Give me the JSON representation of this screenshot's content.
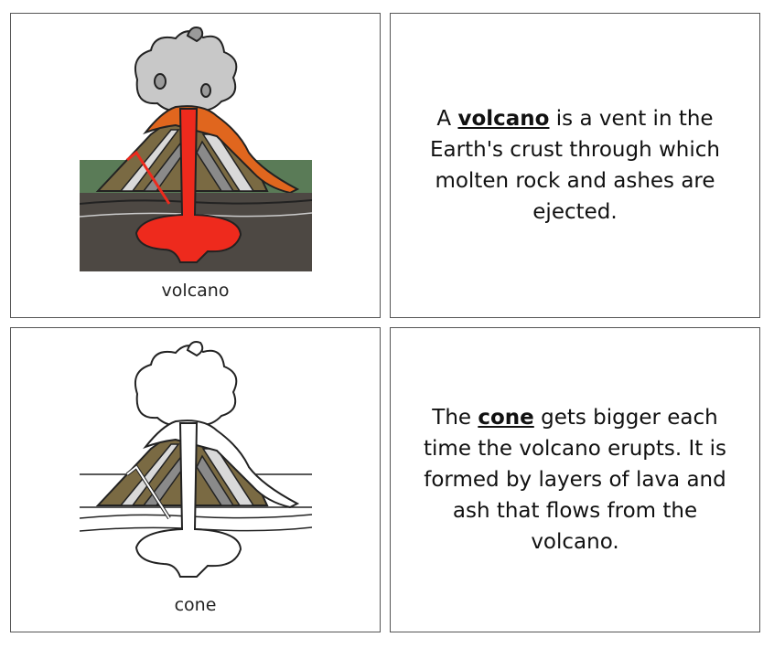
{
  "cards": [
    {
      "caption": "volcano",
      "definition": {
        "pre": "A ",
        "term": "volcano",
        "post": " is a vent in the Earth's crust through which molten rock and ashes are ejected."
      }
    },
    {
      "caption": "cone",
      "definition": {
        "pre": "The ",
        "term": "cone",
        "post": " gets bigger each time the volcano erupts. It is formed by layers of lava and ash that flows from the volcano."
      }
    }
  ],
  "colors": {
    "lava": "#ee2a1d",
    "flow": "#e0661e",
    "ground": "#4d4843",
    "grass": "#5a7b57",
    "rock": "#7a6a43",
    "ash": "#c8c8c8"
  },
  "icons": [
    "volcano-illustration-color",
    "volcano-cone-illustration-outline"
  ]
}
